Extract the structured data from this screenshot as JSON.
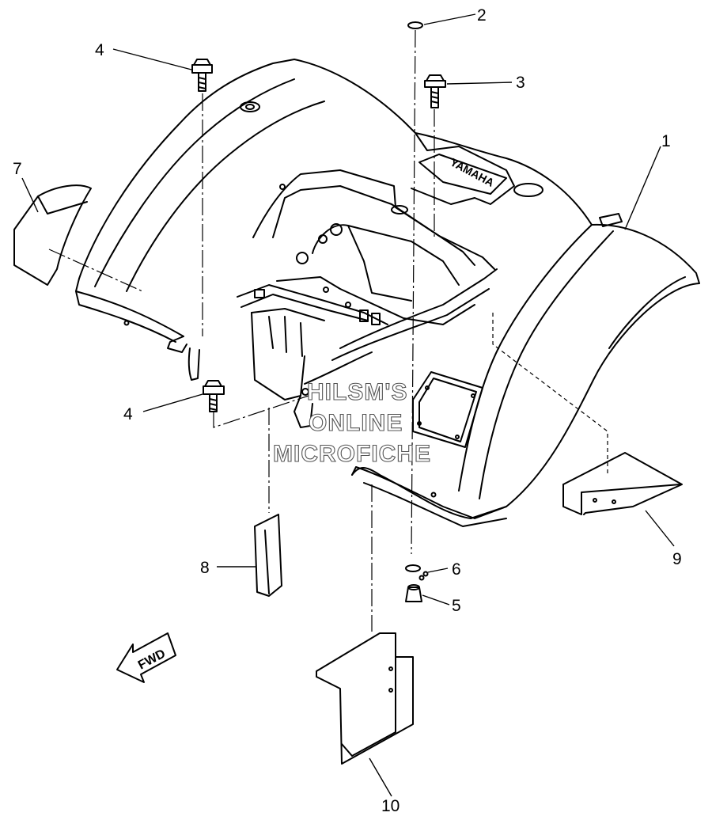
{
  "diagram": {
    "callouts": [
      "1",
      "2",
      "3",
      "4",
      "4",
      "5",
      "6",
      "7",
      "8",
      "9",
      "10"
    ],
    "fwd_label": "FWD",
    "brand_label": "YAMAHA",
    "watermark": [
      "HILSM'S",
      "ONLINE",
      "MICROFICHE"
    ]
  }
}
